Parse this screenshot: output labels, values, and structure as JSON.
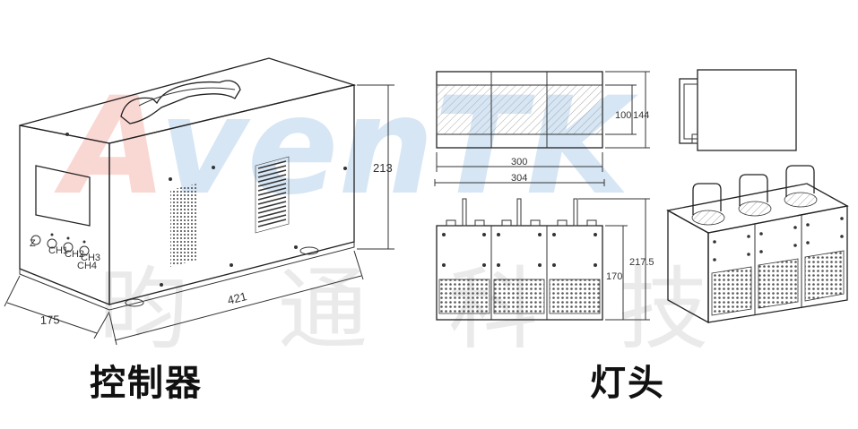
{
  "watermark": {
    "logo_text": "AvenTK",
    "chinese_text": [
      "昀",
      "通",
      "科",
      "技"
    ],
    "colors": {
      "logo_a": "#e8503a",
      "logo_rest": "#4a8fd6",
      "chinese": "#d9d9d9"
    }
  },
  "controller": {
    "caption": "控制器",
    "dimensions": {
      "width": "175",
      "length": "421",
      "height": "213"
    },
    "knob_labels": [
      "CH1",
      "CH2",
      "CH3",
      "CH4"
    ]
  },
  "lamp_head": {
    "caption": "灯头",
    "dimensions": {
      "window_width": "300",
      "overall_width": "304",
      "window_height": "100",
      "overall_height": "144",
      "front_height": "170",
      "total_height": "217.5"
    }
  },
  "colors": {
    "line": "#333333",
    "hatch": "#bbbbbb",
    "background": "#ffffff"
  }
}
